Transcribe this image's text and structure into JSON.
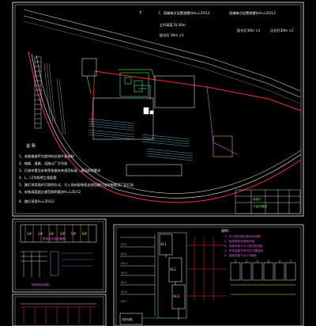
{
  "site_plan": {
    "step_number": "7",
    "top_notes": {
      "line1_left": "7、塔端每点设置避雷针H=L35/12",
      "line1_right": "塔端每点设置避雷针H=L35/12",
      "line2": "立杆高度 SJ 30m",
      "line3_left": "投光灯 30m ×1",
      "line3_mid": "投光灯30m ×1",
      "line3_right": "泛光灯30m ×2"
    },
    "legend_title": "说 明",
    "legend_items": [
      "1、本图根据甲方提供的总图平面绘制",
      "2、电缆、道路、设施以厂方为准",
      "3、灯具布置及安装等依据有关规范标准，满足照明要求",
      "4、L。L2为照明工程配套",
      "5、路灯采用高杆灯照明方式，引入场站配电柜出线回路引出的电缆至厂区灯具",
      "6、安装高度超过规范照明要求H=L35/12",
      "6、路灯采用H=L35/12"
    ],
    "title_block": [
      "某路灯",
      "平面布置图"
    ]
  },
  "left_sheet": {
    "title": "配电室平面布置图",
    "labels": [
      "1#",
      "2#",
      "3#",
      "4#",
      "5#",
      "6#"
    ],
    "section_caption": "配电室剖面图"
  },
  "right_sheet": {
    "notes_title": "说明：",
    "notes": [
      "1、本工程为路灯配电系统图",
      "2、配电箱采用落地安装",
      "3、电缆采用YJV22型铠装电缆",
      "4、所有金属外壳均应可靠接地",
      "5、接地电阻不大于4欧姆"
    ],
    "feeder_labels": [
      "WL1",
      "WL2",
      "WL3",
      "WL4",
      "WL5",
      "WL6",
      "WL7"
    ],
    "panel_labels": [
      "AL1",
      "AL2",
      "AL3"
    ],
    "bottom_label": "总配电箱"
  }
}
